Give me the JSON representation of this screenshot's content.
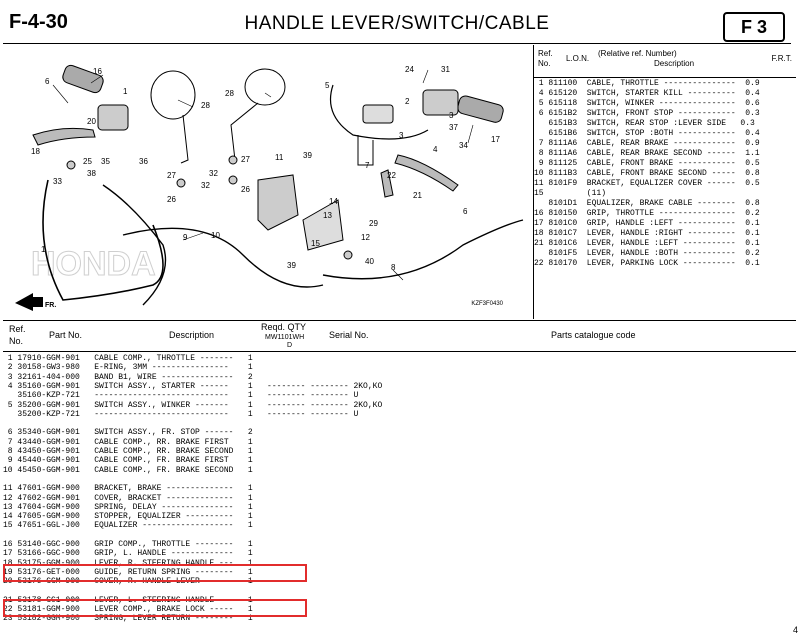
{
  "header": {
    "fig_code": "F-4-30",
    "title": "HANDLE LEVER/SWITCH/CABLE",
    "badge": "F 3"
  },
  "diagram": {
    "callouts": [
      "6",
      "16",
      "1",
      "20",
      "18",
      "25",
      "35",
      "36",
      "33",
      "38",
      "28",
      "28",
      "27",
      "32",
      "32",
      "27",
      "26",
      "26",
      "24",
      "31",
      "5",
      "2",
      "3",
      "37",
      "34",
      "17",
      "3",
      "4",
      "7",
      "11",
      "39",
      "14",
      "13",
      "15",
      "12",
      "29",
      "22",
      "21",
      "6",
      "10",
      "9",
      "39",
      "40",
      "8",
      "1"
    ],
    "brand_text": "HONDA",
    "fr_label": "FR.",
    "ref_code": "KZF3F0430"
  },
  "ref_panel": {
    "headers": {
      "ref": "Ref.",
      "no": "No.",
      "lon": "L.O.N.",
      "relative": "(Relative ref. Number)",
      "description": "Description",
      "frt": "F.R.T."
    },
    "rows": [
      " 1 811100  CABLE, THROTTLE ---------------  0.9",
      " 4 615120  SWITCH, STARTER KILL ----------  0.4",
      " 5 615118  SWITCH, WINKER ----------------  0.6",
      " 6 6151B2  SWITCH, FRONT STOP ------------  0.3",
      "   6151B3  SWITCH, REAR STOP :LEVER SIDE   0.3",
      "   6151B6  SWITCH, STOP :BOTH ------------  0.4",
      " 7 8111A6  CABLE, REAR BRAKE -------------  0.9",
      " 8 8111A6  CABLE, REAR BRAKE SECOND ------  1.1",
      " 9 811125  CABLE, FRONT BRAKE ------------  0.5",
      "10 8111B3  CABLE, FRONT BRAKE SECOND -----  0.8",
      "11 8101F9  BRACKET, EQUALIZER COVER ------  0.5",
      "15         (11)",
      "   8101D1  EQUALIZER, BRAKE CABLE --------  0.8",
      "16 810150  GRIP, THROTTLE ----------------  0.2",
      "17 8101C0  GRIP, HANDLE :LEFT ------------  0.1",
      "18 8101C7  LEVER, HANDLE :RIGHT ----------  0.1",
      "21 8101C6  LEVER, HANDLE :LEFT -----------  0.1",
      "   8101F5  LEVER, HANDLE :BOTH -----------  0.2",
      "22 810170  LEVER, PARKING LOCK -----------  0.1"
    ]
  },
  "table_head": {
    "ref": "Ref.",
    "no": "No.",
    "part_no": "Part No.",
    "description": "Description",
    "reqd_qty": "Reqd. QTY",
    "model": "MW1101WH",
    "model_sub": "D",
    "serial_no": "Serial No.",
    "catalogue_code": "Parts catalogue code"
  },
  "parts_rows": [
    " 1 17910-GGM-901   CABLE COMP., THROTTLE -------   1",
    " 2 30158-GW3-980   E-RING, 3MM ----------------    1",
    " 3 32161-404-000   BAND B1, WIRE ---------------   2",
    " 4 35160-GGM-901   SWITCH ASSY., STARTER ------    1   -------- -------- 2KO,KO",
    "   35160-KZP-721   ----------------------------    1   -------- -------- U",
    " 5 35200-GGM-901   SWITCH ASSY., WINKER -------    1   -------- -------- 2KO,KO",
    "   35200-KZP-721   ----------------------------    1   -------- -------- U",
    "",
    " 6 35340-GGM-901   SWITCH ASSY., FR. STOP ------   2",
    " 7 43440-GGM-901   CABLE COMP., RR. BRAKE FIRST    1",
    " 8 43450-GGM-901   CABLE COMP., RR. BRAKE SECOND   1",
    " 9 45440-GGM-901   CABLE COMP., FR. BRAKE FIRST    1",
    "10 45450-GGM-901   CABLE COMP., FR. BRAKE SECOND   1",
    "",
    "11 47601-GGM-900   BRACKET, BRAKE --------------   1",
    "12 47602-GGM-901   COVER, BRACKET --------------   1",
    "13 47604-GGM-900   SPRING, DELAY ---------------   1",
    "14 47605-GGM-900   STOPPER, EQUALIZER ----------   1",
    "15 47651-GGL-J00   EQUALIZER -------------------   1",
    "",
    "16 53140-GGC-900   GRIP COMP., THROTTLE --------   1",
    "17 53166-GGC-900   GRIP, L. HANDLE -------------   1",
    "18 53175-GGM-900   LEVER, R. STEERING HANDLE ---   1",
    "19 53176-GET-000   GUIDE, RETURN SPRING --------   1",
    "20 53176-GGM-900   COVER, R. HANDLE LEVER ------   1",
    "",
    "21 53178-GC1-000   LEVER, L. STEERING HANDLE ---   1",
    "22 53181-GGM-900   LEVER COMP., BRAKE LOCK -----   1",
    "23 53182-GGM-900   SPRING, LEVER RETURN --------   1"
  ],
  "page_edge": "4",
  "colors": {
    "highlight": "#e22c2c",
    "ink": "#000000"
  }
}
